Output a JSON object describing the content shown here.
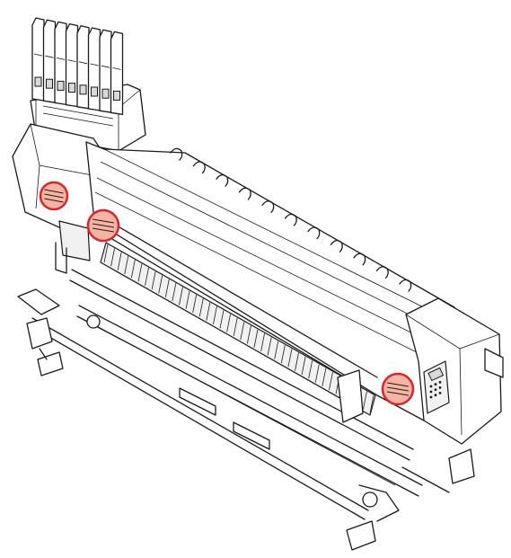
{
  "figure": {
    "subject": "printer-illustration",
    "colors": {
      "line": "#1a1a1a",
      "body": "#ffffff",
      "shade": "#f1f1f1",
      "marker_stroke": "#e0232b",
      "marker_fill": "#f6b4a2"
    },
    "markers": [
      {
        "id": "marker-left-cover"
      },
      {
        "id": "marker-front-left"
      },
      {
        "id": "marker-front-right"
      }
    ]
  }
}
